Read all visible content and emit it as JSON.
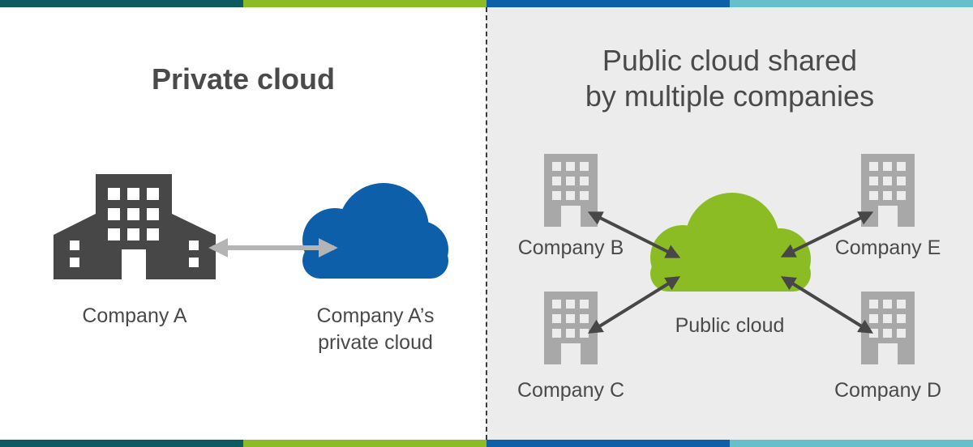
{
  "colors": {
    "top_bar": [
      "#0d5a63",
      "#8cbc24",
      "#0c5fa8",
      "#66c0cc"
    ],
    "left_building": "#474747",
    "right_building": "#a8a8a8",
    "private_cloud": "#0c5fa8",
    "public_cloud": "#8cbc24",
    "arrow_light": "#b4b4b4",
    "arrow_dark": "#474747",
    "text": "#4a4a4a"
  },
  "left": {
    "title": "Private cloud",
    "company_label": "Company A",
    "cloud_label_line1": "Company A’s",
    "cloud_label_line2": "private cloud"
  },
  "right": {
    "title_line1": "Public cloud shared",
    "title_line2": "by multiple companies",
    "cloud_label": "Public cloud",
    "company_b": "Company B",
    "company_c": "Company C",
    "company_d": "Company D",
    "company_e": "Company E"
  }
}
